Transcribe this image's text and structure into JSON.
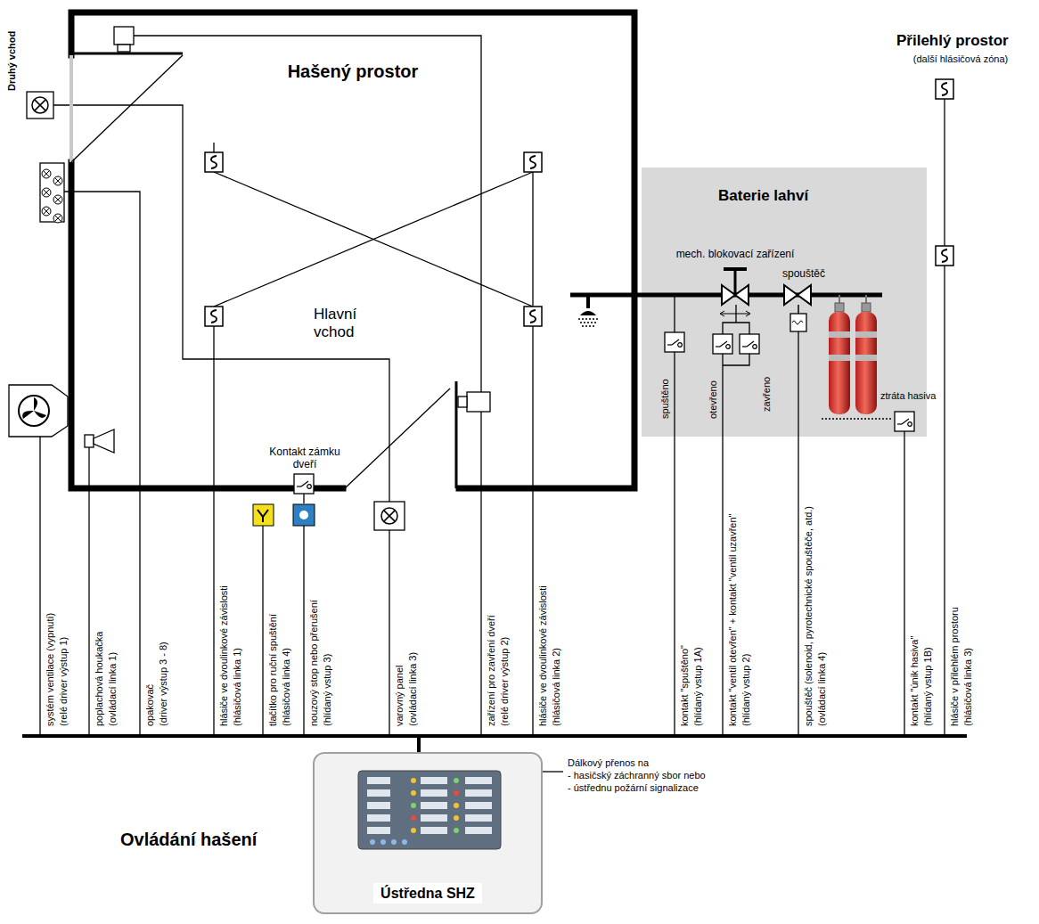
{
  "diagram": {
    "nodes": [
      {
        "text": [
          "Hašený prostor"
        ]
      },
      {
        "text": [
          "Baterie lahví"
        ]
      },
      {
        "text": [
          "Ústředna SHZ"
        ]
      }
    ],
    "labels": [
      "Přilehlý prostor",
      "(další hlásičová zóna)",
      "Druhý vchod",
      "Hlavní vchod",
      "Kontakt zámku dveří",
      "mech. blokovací zařízení",
      "spouštěč",
      "spuštěno",
      "otevřeno",
      "zavřeno",
      "ztráta hasiva",
      "systém ventilace (vypnutí)",
      "(relé driver výstup 1)",
      "poplachová houkačka",
      "(ovládací linka 1)",
      "opakovač",
      "(driver výstup 3 - 8)",
      "hlásiče ve dvoulinkové závislosti",
      "(hlásičová linka 1)",
      "tlačítko pro ruční spuštění",
      "(hlásičová linka 4)",
      "nouzový stop nebo přerušení",
      "(hlídaný vstup 3)",
      "varovný panel",
      "(ovládací linka 3)",
      "zařízení pro zavření dveří",
      "(relé driver výstup 2)",
      "hlásiče ve dvoulinkové závislosti",
      "(hlásičová linka 2)",
      "kontakt \"spuštěno\"",
      "(hlídaný vstup 1A)",
      "kontakt \"ventil otevřen\" + kontakt \"ventil uzavřen\"",
      "(hlídaný vstup 2)",
      "spouštěč (solenoid, pyrotechnické spouštěče, atd.)",
      "(ovládací linka 4)",
      "kontakt \"únik hasiva\"",
      "(hlídaný vstup 1B)",
      "hlásiče v přilehlém prostoru",
      "(hlásičová linka 3)",
      "Dálkový přenos na",
      "- hasičský záchranný sbor nebo",
      "- ústřednu požární signalizace",
      "Ovládání hašení"
    ]
  }
}
